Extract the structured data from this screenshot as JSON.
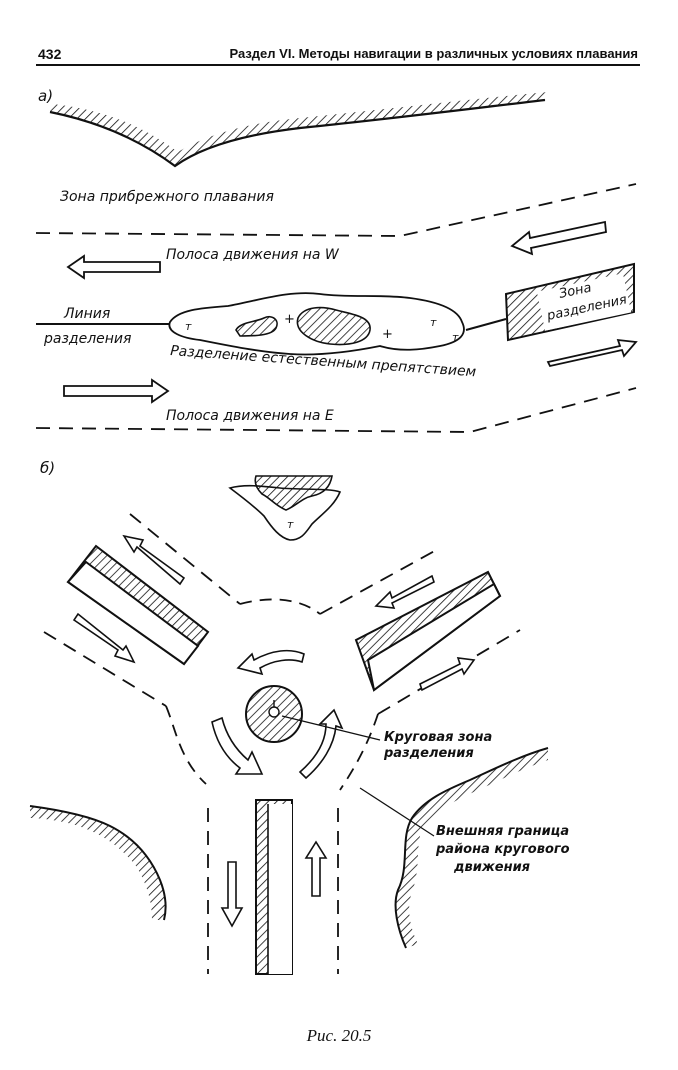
{
  "header": {
    "page_number": "432",
    "running_head": "Раздел VI. Методы навигации в различных условиях плавания"
  },
  "figure": {
    "panel_a": {
      "letter": "а)",
      "coastal_zone": "Зона прибрежного плавания",
      "lane_west": "Полоса движения на W",
      "lane_east": "Полоса движения на E",
      "separation_line_1": "Линия",
      "separation_line_2": "разделения",
      "natural_obstacle": "Разделение естественным препятствием",
      "separation_zone_1": "Зона",
      "separation_zone_2": "разделения"
    },
    "panel_b": {
      "letter": "б)",
      "circular_zone_1": "Круговая зона",
      "circular_zone_2": "разделения",
      "outer_boundary_1": "Внешняя граница",
      "outer_boundary_2": "района кругового",
      "outer_boundary_3": "движения"
    },
    "caption": "Рис. 20.5"
  }
}
